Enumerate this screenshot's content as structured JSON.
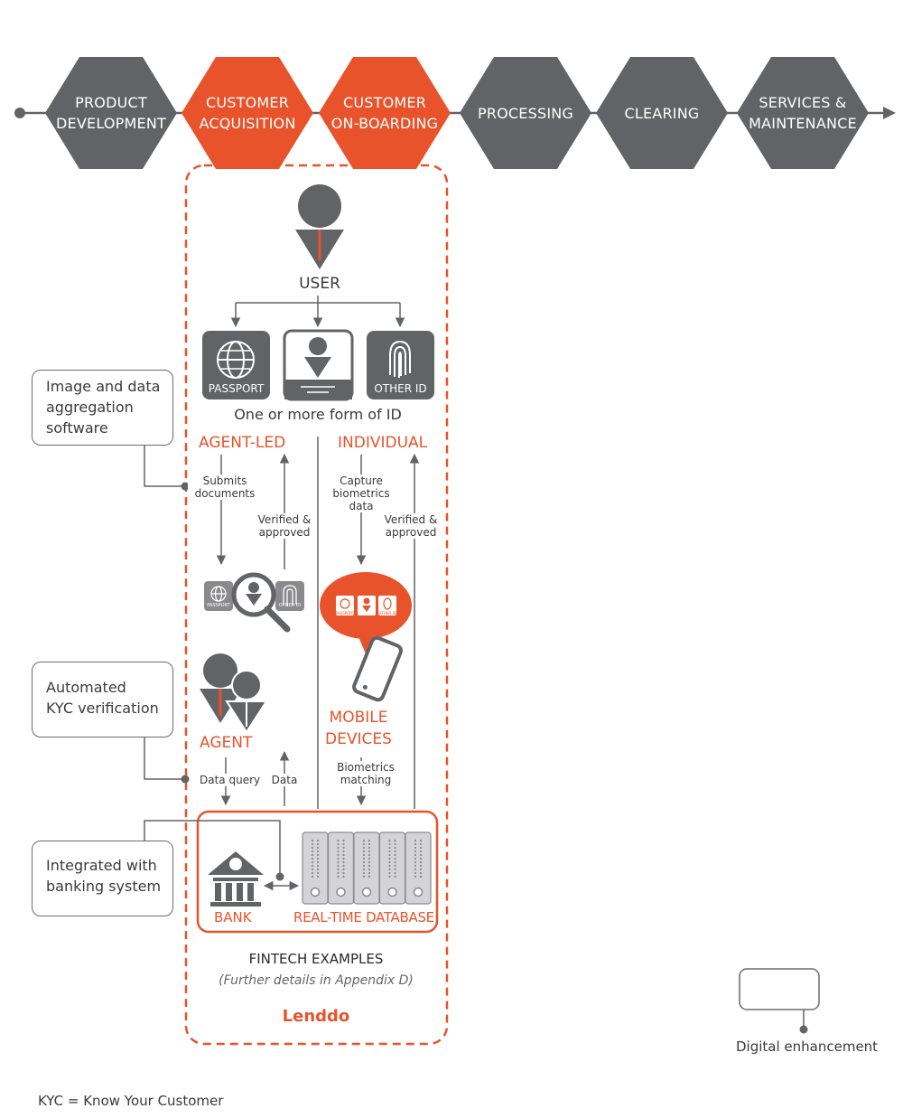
{
  "stages": [
    {
      "line1": "PRODUCT",
      "line2": "DEVELOPMENT",
      "color": "#626366"
    },
    {
      "line1": "CUSTOMER",
      "line2": "ACQUISITION",
      "color": "#e8532c"
    },
    {
      "line1": "CUSTOMER",
      "line2": "ON-BOARDING",
      "color": "#e8532c"
    },
    {
      "line1": "PROCESSING",
      "line2": "",
      "color": "#626366"
    },
    {
      "line1": "CLEARING",
      "line2": "",
      "color": "#626366"
    },
    {
      "line1": "SERVICES &",
      "line2": "MAINTENANCE",
      "color": "#626366"
    }
  ],
  "colors": {
    "accent": "#e8532c",
    "gray": "#626366",
    "text": "#3a3a3a"
  },
  "user_label": "USER",
  "id_icons": {
    "passport": "PASSPORT",
    "other_id": "OTHER ID",
    "id_caption": "One or more form of ID"
  },
  "agent_led": {
    "title": "AGENT-LED",
    "submits": [
      "Submits",
      "documents"
    ],
    "verified": [
      "Verified &",
      "approved"
    ],
    "small_passport": "PASSPORT",
    "small_other": "OTHER ID",
    "agent_label": "AGENT",
    "data_query": "Data query",
    "data": "Data"
  },
  "individual": {
    "title": "INDIVIDUAL",
    "capture": [
      "Capture",
      "biometrics",
      "data"
    ],
    "verified": [
      "Verified &",
      "approved"
    ],
    "bubble_passport": "PASSPORT",
    "bubble_other": "OTHER ID",
    "mobile": [
      "MOBILE",
      "DEVICES"
    ],
    "biometrics": [
      "Biometrics",
      "matching"
    ]
  },
  "bank_label": "BANK",
  "database_label": "REAL-TIME DATABASE",
  "fintech_title": "FINTECH EXAMPLES",
  "fintech_subtitle": "(Further details in Appendix D)",
  "example_brand": "Lenddo",
  "callouts": [
    {
      "lines": [
        "Image and data",
        "aggregation",
        "software"
      ]
    },
    {
      "lines": [
        "Automated",
        "KYC verification"
      ]
    },
    {
      "lines": [
        "Integrated with",
        "banking system"
      ]
    }
  ],
  "legend_label": "Digital enhancement",
  "footnote": "KYC = Know Your Customer"
}
